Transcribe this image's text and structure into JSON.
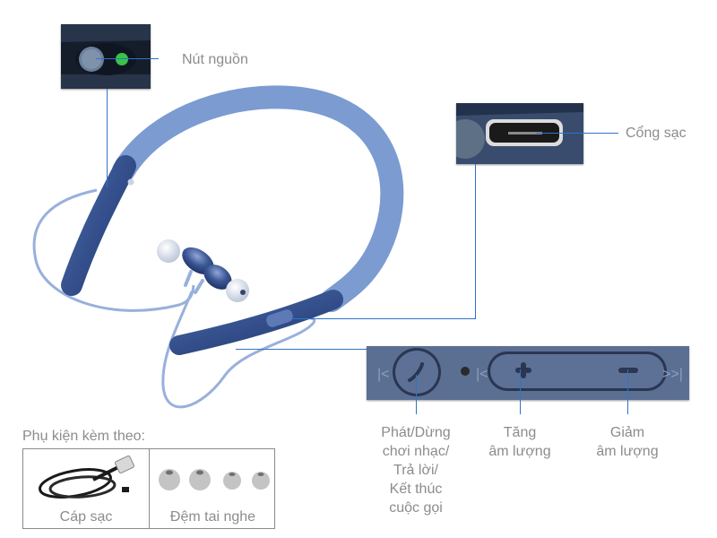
{
  "callouts": {
    "power_button": "Nút nguồn",
    "charging_port": "Cổng sạc",
    "play_pause": [
      "Phát/Dừng",
      "chơi nhạc/",
      "Trả lời/",
      "Kết thúc",
      "cuộc gọi"
    ],
    "volume_up": [
      "Tăng",
      "âm lượng"
    ],
    "volume_down": [
      "Giảm",
      "âm lượng"
    ]
  },
  "accessories": {
    "title": "Phụ kiện kèm theo:",
    "items": [
      {
        "label": "Cáp sạc",
        "icon": "usb-cable-icon"
      },
      {
        "label": "Đệm tai nghe",
        "icon": "ear-tips-icon"
      }
    ]
  },
  "colors": {
    "leader_line": "#2f74c9",
    "band_light": "#7b9bd1",
    "body_dark": "#2e4a86",
    "text": "#8c8c8c"
  }
}
